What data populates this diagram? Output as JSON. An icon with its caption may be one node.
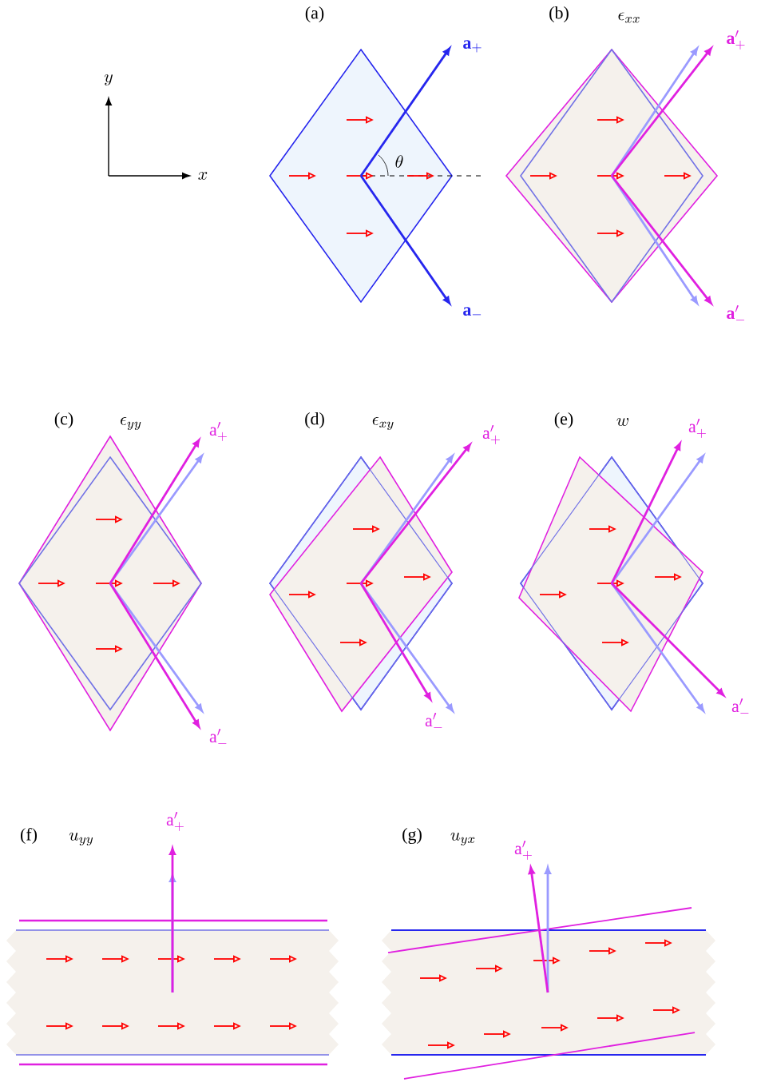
{
  "diagram": {
    "labels": [
      "y",
      "x",
      "(a)",
      "\\mathbf{a}_+",
      "\\theta",
      "\\mathbf{a}_-",
      "(b)",
      "\\epsilon_{xx}",
      "\\mathbf{a}'_+",
      "\\mathbf{a}'_-",
      "(c)",
      "\\epsilon_{yy}",
      "\\mathrm{a}'_+",
      "\\mathrm{a}'_-",
      "(d)",
      "\\epsilon_{xy}",
      "\\mathrm{a}'_+",
      "\\mathrm{a}'_-",
      "(e)",
      "w",
      "\\mathrm{a}'_+",
      "\\mathrm{a}'_-",
      "(f)",
      "u_{yy}",
      "\\mathrm{a}'_+",
      "(g)",
      "u_{yx}",
      "\\mathrm{a}'_+"
    ]
  }
}
